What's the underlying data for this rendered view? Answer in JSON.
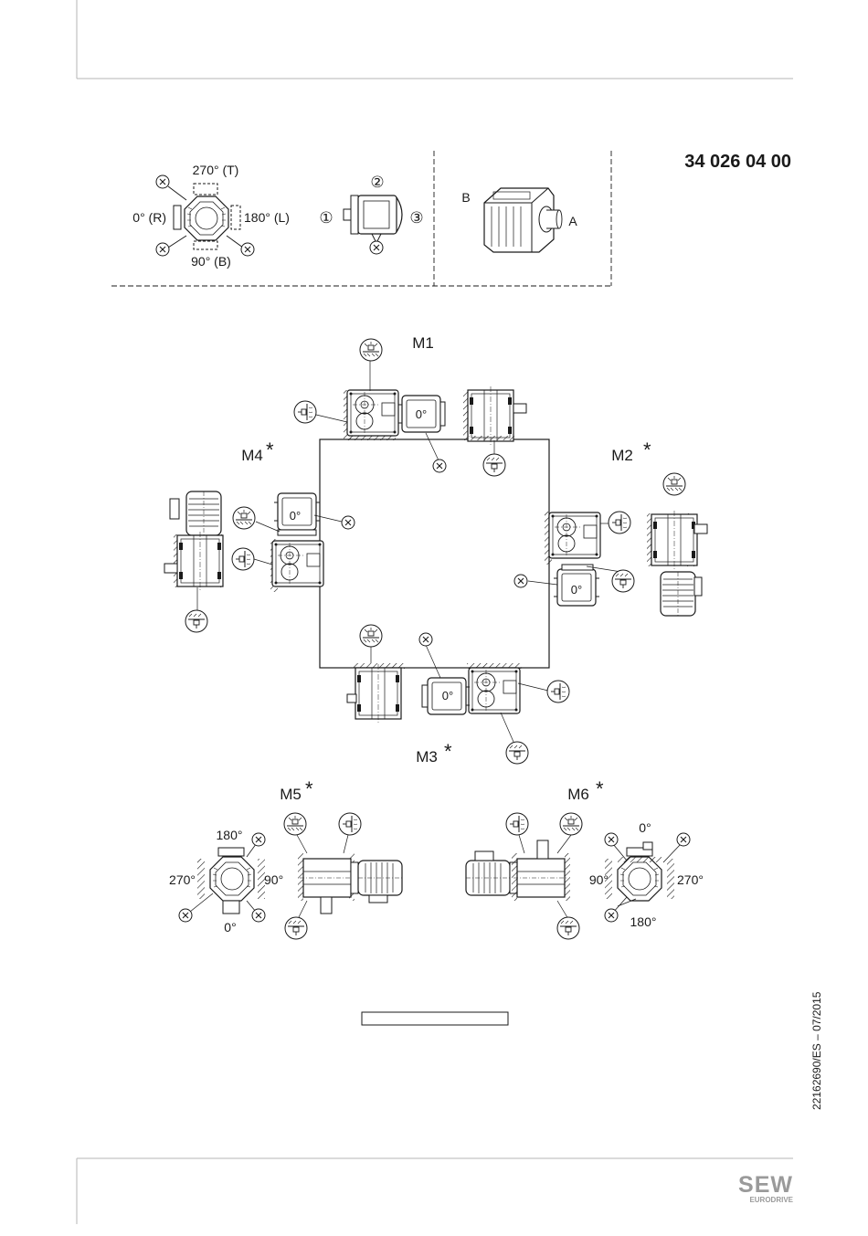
{
  "document": {
    "doc_number": "34 026 04 00",
    "side_code": "22162690/ES – 07/2015",
    "brand": {
      "name": "SEW",
      "sub": "EURODRIVE",
      "color": "#9a9a9a"
    },
    "blank_caption": ""
  },
  "legend": {
    "angle_top": "270° (T)",
    "angle_left": "0° (R)",
    "angle_right": "180° (L)",
    "angle_bottom": "90° (B)",
    "pos1": "①",
    "pos2": "②",
    "pos3": "③",
    "x_mark": "X",
    "side_b": "B",
    "side_a": "A"
  },
  "mounting": {
    "m1": "M1",
    "m2": "M2",
    "m3": "M3",
    "m4": "M4",
    "m5": "M5",
    "m6": "M6",
    "star": "*",
    "zero": "0°"
  },
  "m5_angles": {
    "top": "180°",
    "left": "270°",
    "right": "90°",
    "bottom": "0°"
  },
  "m6_angles": {
    "top": "0°",
    "left": "90°",
    "right": "270°",
    "bottom": "180°"
  },
  "icons": [
    "breather-valve-icon",
    "oil-level-plug-icon",
    "oil-drain-plug-icon",
    "terminal-box-icon",
    "mounting-surface-icon"
  ]
}
